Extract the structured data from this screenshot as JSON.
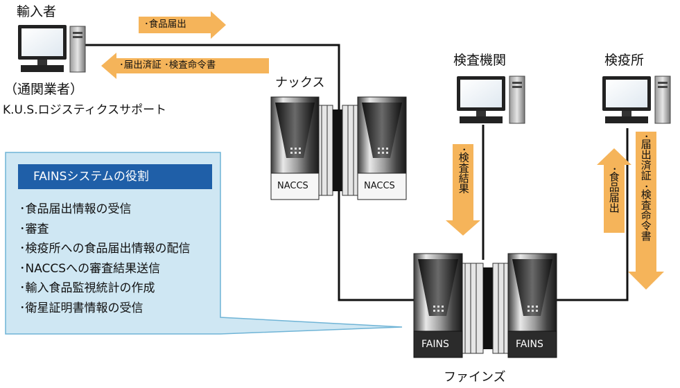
{
  "importer": {
    "title": "輸入者",
    "subtitle": "（通関業者）",
    "company": "K.U.S.ロジスティクスサポート"
  },
  "naccs": {
    "label": "ナックス",
    "server_label": "NACCS"
  },
  "fains": {
    "label": "ファインズ",
    "server_label": "FAINS"
  },
  "inspection_agency": {
    "label": "検査機関"
  },
  "quarantine_station": {
    "label": "検疫所"
  },
  "arrows": {
    "food_notification": "･食品届出",
    "certificate_order": "･届出済証 ･検査命令書",
    "inspection_result": "･検査結果",
    "food_notification_up": "･食品届出",
    "certificate_order_down": "･届出済証 ･検査命令書"
  },
  "roles": {
    "title": "FAINSシステムの役割",
    "items": [
      "･食品届出情報の受信",
      "･審査",
      "･検疫所への食品届出情報の配信",
      "･NACCSへの審査結果送信",
      "･輸入食品監視統計の作成",
      "･衛星証明書情報の受信"
    ]
  },
  "colors": {
    "arrow": "#f5b45a",
    "callout_fill": "#cfe7f3",
    "callout_title": "#1f5fa8",
    "line": "#111111"
  }
}
